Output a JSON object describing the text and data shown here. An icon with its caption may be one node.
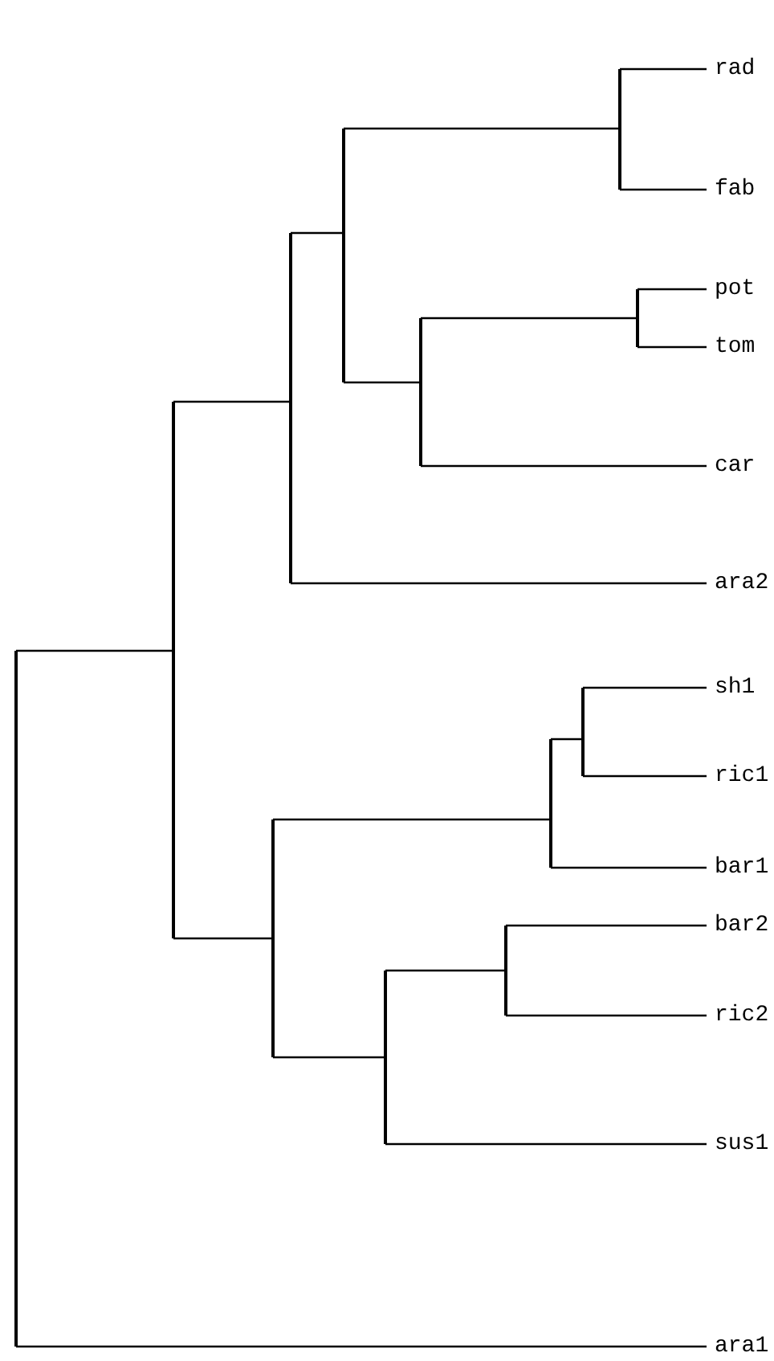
{
  "diagram": {
    "nodes": [
      {
        "text": [
          "rad"
        ]
      },
      {
        "text": [
          "fab"
        ]
      },
      {
        "text": [
          "pot"
        ]
      },
      {
        "text": [
          "tom"
        ]
      },
      {
        "text": [
          "car"
        ]
      },
      {
        "text": [
          "ara2"
        ]
      },
      {
        "text": [
          "sh1"
        ]
      },
      {
        "text": [
          "ric1"
        ]
      },
      {
        "text": [
          "bar1"
        ]
      },
      {
        "text": [
          "bar2"
        ]
      },
      {
        "text": [
          "ric2"
        ]
      },
      {
        "text": [
          "sus1"
        ]
      },
      {
        "text": [
          "ara1"
        ]
      },
      {
        "text": [],
        "shape": "bar"
      },
      {
        "text": [],
        "shape": "bar"
      },
      {
        "text": [],
        "shape": "bar"
      },
      {
        "text": [],
        "shape": "bar"
      },
      {
        "text": [],
        "shape": "bar"
      },
      {
        "text": [],
        "shape": "bar"
      },
      {
        "text": [],
        "shape": "bar"
      },
      {
        "text": [],
        "shape": "bar"
      },
      {
        "text": [],
        "shape": "bar"
      },
      {
        "text": [],
        "shape": "bar"
      },
      {
        "text": [],
        "shape": "bar"
      },
      {
        "text": [],
        "shape": "bar"
      }
    ],
    "edges": [
      {
        "from": 13,
        "to": 14,
        "arrow": "none"
      },
      {
        "from": 13,
        "to": 12,
        "arrow": "none"
      },
      {
        "from": 14,
        "to": 16,
        "arrow": "none"
      },
      {
        "from": 14,
        "to": 15,
        "arrow": "none"
      },
      {
        "from": 16,
        "to": 17,
        "arrow": "none"
      },
      {
        "from": 16,
        "to": 5,
        "arrow": "none"
      },
      {
        "from": 17,
        "to": 23,
        "arrow": "none"
      },
      {
        "from": 17,
        "to": 19,
        "arrow": "none"
      },
      {
        "from": 23,
        "to": 0,
        "arrow": "none"
      },
      {
        "from": 23,
        "to": 1,
        "arrow": "none"
      },
      {
        "from": 19,
        "to": 24,
        "arrow": "none"
      },
      {
        "from": 19,
        "to": 4,
        "arrow": "none"
      },
      {
        "from": 24,
        "to": 2,
        "arrow": "none"
      },
      {
        "from": 24,
        "to": 3,
        "arrow": "none"
      },
      {
        "from": 15,
        "to": 21,
        "arrow": "none"
      },
      {
        "from": 15,
        "to": 18,
        "arrow": "none"
      },
      {
        "from": 21,
        "to": 22,
        "arrow": "none"
      },
      {
        "from": 21,
        "to": 8,
        "arrow": "none"
      },
      {
        "from": 22,
        "to": 6,
        "arrow": "none"
      },
      {
        "from": 22,
        "to": 7,
        "arrow": "none"
      },
      {
        "from": 18,
        "to": 20,
        "arrow": "none"
      },
      {
        "from": 18,
        "to": 11,
        "arrow": "none"
      },
      {
        "from": 20,
        "to": 9,
        "arrow": "none"
      },
      {
        "from": 20,
        "to": 10,
        "arrow": "none"
      }
    ]
  }
}
